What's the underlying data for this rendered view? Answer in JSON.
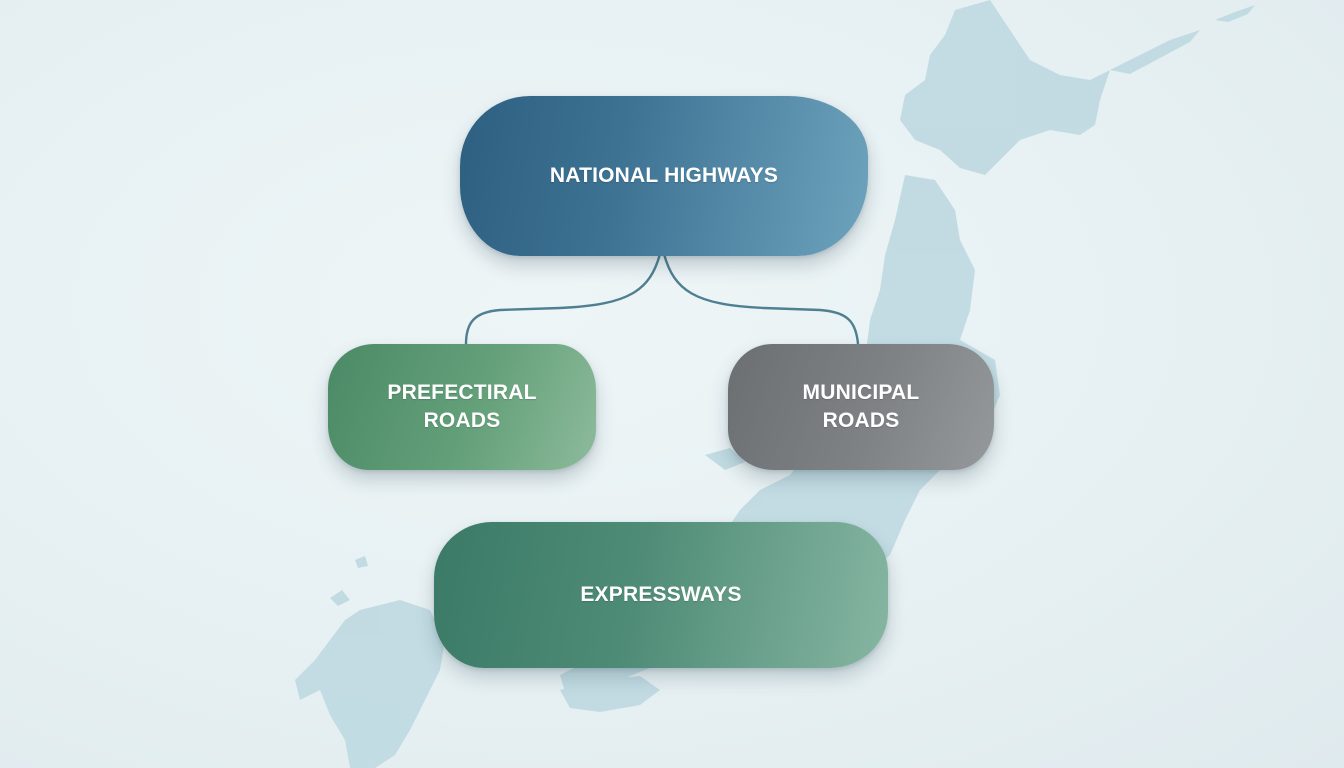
{
  "diagram": {
    "nodes": {
      "national": "NATIONAL HIGHWAYS",
      "prefectural": "PREFECTIRAL\nROADS",
      "municipal": "MUNICIPAL\nROADS",
      "express": "EXPRESSWAYS"
    },
    "edges": [
      {
        "from": "national",
        "to": "prefectural"
      },
      {
        "from": "national",
        "to": "municipal"
      }
    ],
    "colors": {
      "national": "#3e7394",
      "prefectural": "#64a07a",
      "municipal": "#7e8285",
      "express": "#4f8c77",
      "connector": "#4f7f90",
      "map": "#b9d6df",
      "background": "#e9f2f4"
    }
  }
}
